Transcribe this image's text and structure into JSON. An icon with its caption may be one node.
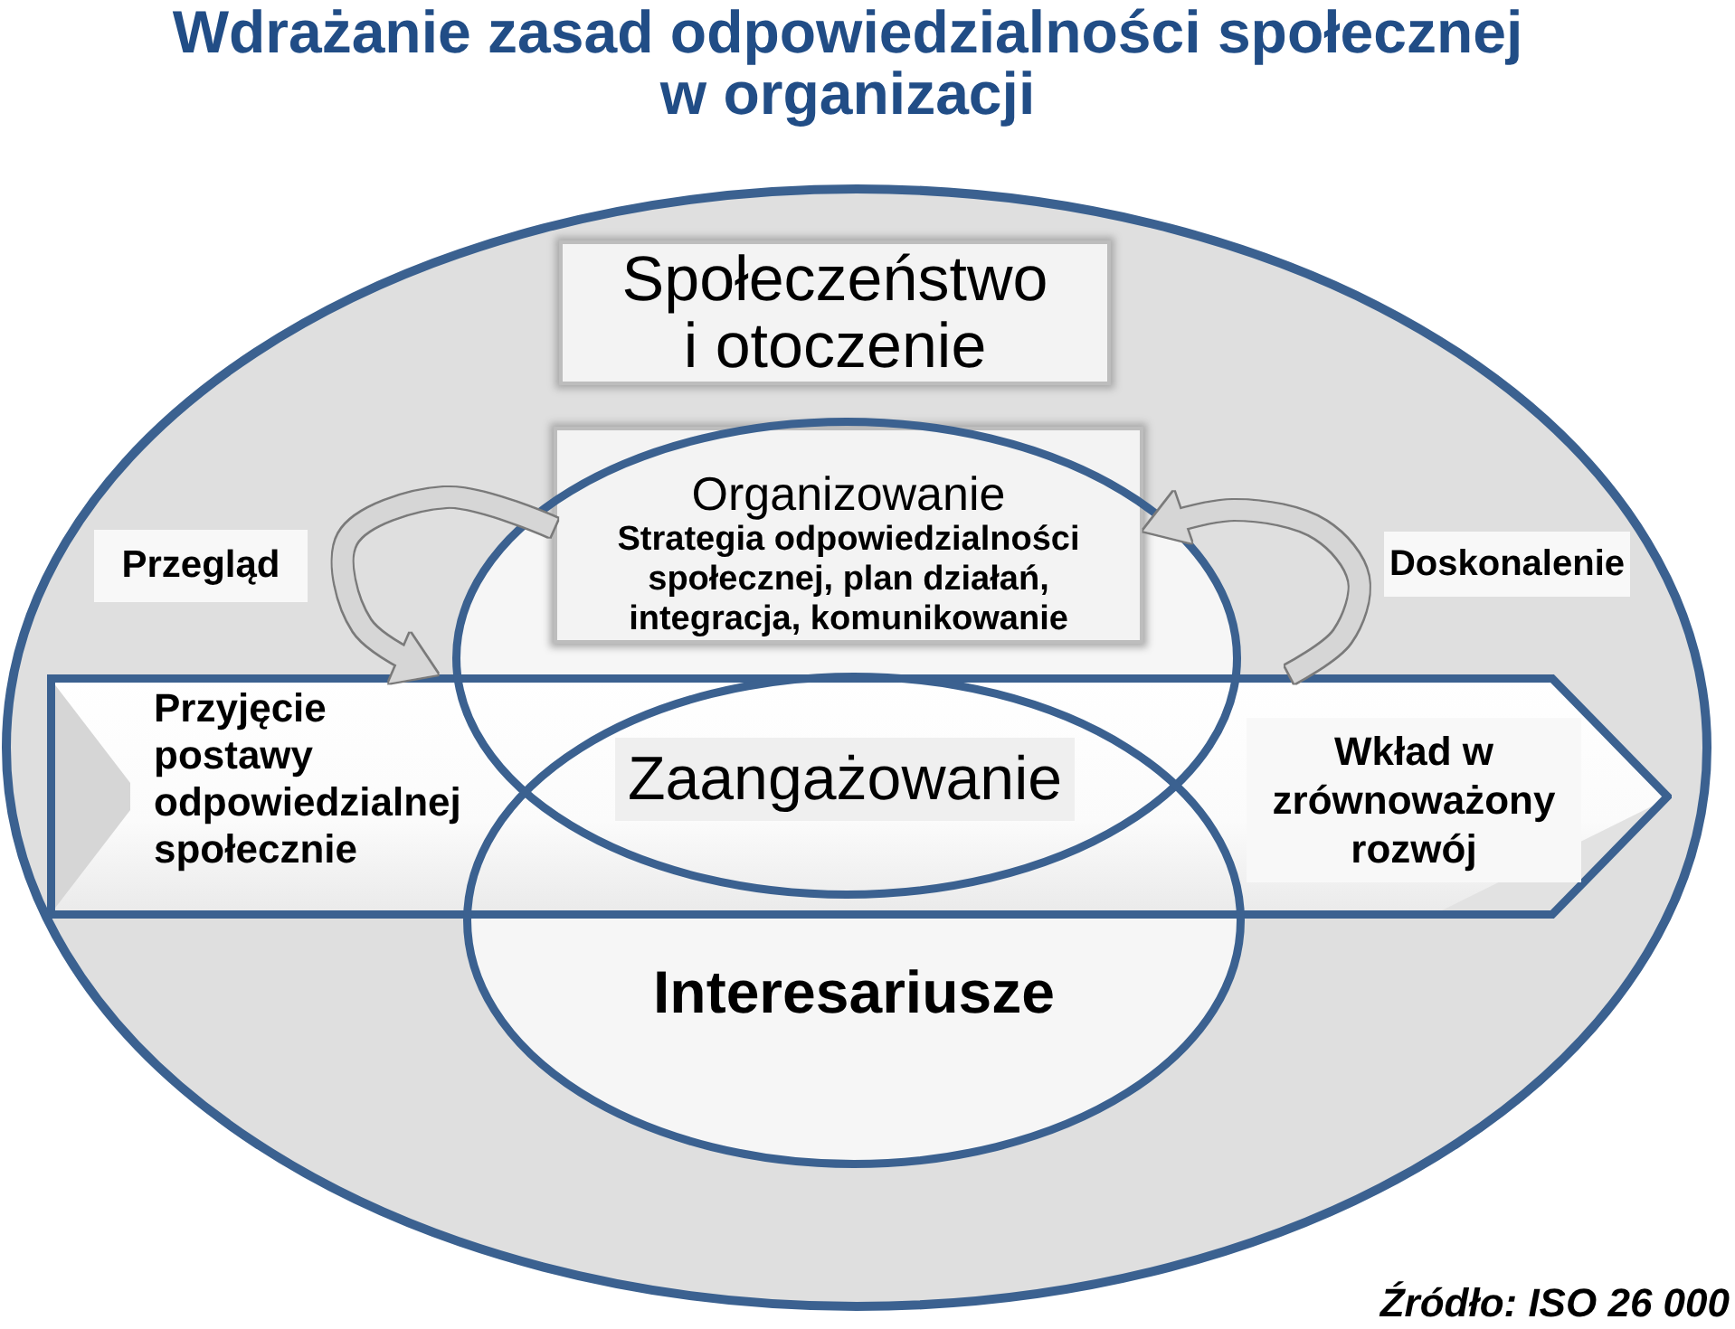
{
  "diagram": {
    "title": "Wdrażanie zasad odpowiedzialności społecznej w organizacji",
    "caption": "Źródło: ISO 26 000",
    "nodes": [
      {
        "text": [],
        "shape": "ellipse"
      },
      {
        "text": [
          "Społeczeństwo i otoczenie"
        ],
        "in": 0
      },
      {
        "text": [],
        "shape": "ellipse",
        "in": 0
      },
      {
        "text": [
          "Organizowanie",
          "Strategia odpowiedzialności społecznej, plan działań, integracja, komunikowanie"
        ],
        "in": 2
      },
      {
        "text": [
          "Przegląd"
        ],
        "in": 0
      },
      {
        "text": [
          "Doskonalenie"
        ],
        "in": 0
      },
      {
        "text": [
          "Przyjęcie postawy odpowiedzialnej społecznie"
        ],
        "in": 0
      },
      {
        "text": [
          "Zaangażowanie"
        ]
      },
      {
        "text": [
          "Wkład w zrównoważony rozwój"
        ],
        "in": 6
      },
      {
        "text": [
          "Interesariusze"
        ],
        "in": 0
      }
    ],
    "edges": [
      {
        "from": 3,
        "to": 6,
        "arrow": "to"
      },
      {
        "from": 6,
        "to": 3,
        "arrow": "to"
      }
    ]
  }
}
